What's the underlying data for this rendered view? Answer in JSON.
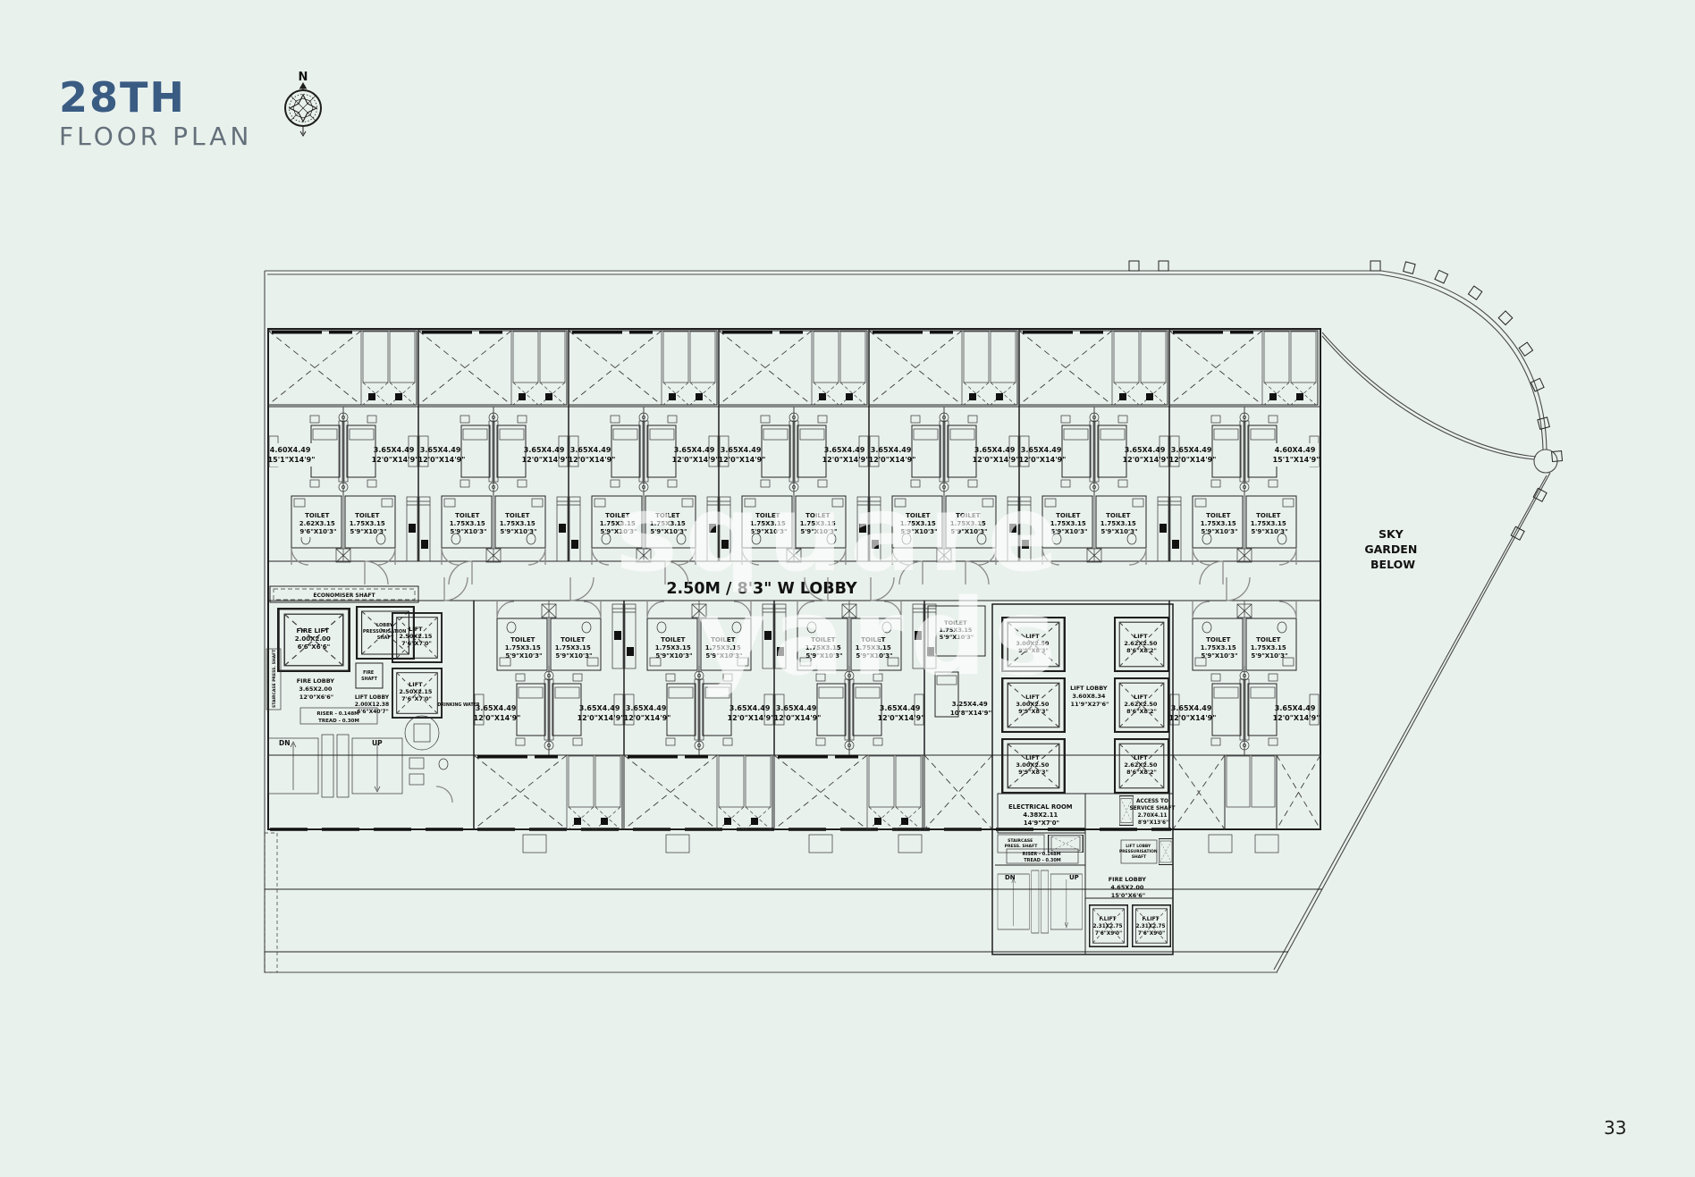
{
  "page": {
    "background": "#e9f1ed",
    "number": "33"
  },
  "header": {
    "title": "28TH",
    "subtitle": "FLOOR PLAN",
    "title_color": "#3a5c83",
    "subtitle_color": "#64707a"
  },
  "compass": {
    "north_label": "N"
  },
  "watermark": {
    "line1": "square",
    "line2": "yards"
  },
  "plan": {
    "corridor_label": "2.50M / 8'3\" W LOBBY",
    "sky_garden": {
      "line1": "SKY",
      "line2": "GARDEN",
      "line3": "BELOW"
    },
    "unit_room": {
      "dim_m": "3.65X4.49",
      "dim_ft": "12'0\"X14'9\""
    },
    "unit_room_end": {
      "dim_m": "4.60X4.49",
      "dim_ft": "15'1\"X14'9\""
    },
    "unit_room_small": {
      "dim_m": "3.25X4.49",
      "dim_ft": "10'8\"X14'9\""
    },
    "toilet": {
      "name": "TOILET",
      "dim_m": "1.75X3.15",
      "dim_ft": "5'9\"X10'3\""
    },
    "toilet_end": {
      "name": "TOILET",
      "dim_m": "2.62X3.15",
      "dim_ft": "9'6\"X10'3\""
    },
    "left_core": {
      "economiser_shaft": "ECONOMISER SHAFT",
      "fire_lift": {
        "name": "FIRE LIFT",
        "dim_m": "2.00X2.00",
        "dim_ft": "6'6\"X6'6\""
      },
      "lobby_press_shaft": {
        "l1": "LOBBY",
        "l2": "PRESSURISATION",
        "l3": "SHAFT"
      },
      "fire_shaft": {
        "l1": "FIRE",
        "l2": "SHAFT"
      },
      "fire_lobby": {
        "name": "FIRE LOBBY",
        "dim_m": "3.65X2.00",
        "dim_ft": "12'0\"X6'6\""
      },
      "stair_press_shaft": "STAIRCASE PRESS. SHAFT",
      "riser": {
        "l1": "RISER - 0.148M",
        "l2": "TREAD - 0.30M"
      },
      "dn": "DN",
      "up": "UP",
      "lift_lobby": {
        "name": "LIFT LOBBY",
        "dim_m": "2.00X12.38",
        "dim_ft": "6'6\"X40'7\""
      },
      "lift": {
        "name": "LIFT",
        "dim_m": "2.50X2.15",
        "dim_ft": "7'6\"X7'0\""
      },
      "drinking_water": "DRINKING WATER"
    },
    "right_core": {
      "lift_a": {
        "name": "LIFT",
        "dim_m": "3.00X2.50",
        "dim_ft": "9'9\"X8'3\""
      },
      "lift_b": {
        "name": "LIFT",
        "dim_m": "2.62X2.50",
        "dim_ft": "8'6\"X8'2\""
      },
      "lift_lobby": {
        "name": "LIFT LOBBY",
        "dim_m": "3.60X8.34",
        "dim_ft": "11'9\"X27'6\""
      },
      "electrical_room": {
        "name": "ELECTRICAL ROOM",
        "dim_m": "4.38X2.11",
        "dim_ft": "14'9\"X7'0\""
      },
      "stair_press_shaft": {
        "l1": "STAIRCASE",
        "l2": "PRESS. SHAFT"
      },
      "access": {
        "l1": "ACCESS TO",
        "l2": "SERVICE SHAFT",
        "dim_m": "2.70X4.11",
        "dim_ft": "8'9\"X13'6\""
      },
      "lift_lobby_press": {
        "l1": "LIFT LOBBY",
        "l2": "PRESSURISATION",
        "l3": "SHAFT"
      },
      "fire_lobby": {
        "name": "FIRE LOBBY",
        "dim_m": "4.65X2.00",
        "dim_ft": "15'0\"X6'6\""
      },
      "f_lift": {
        "name": "F.LIFT",
        "dim_m": "2.31X2.75",
        "dim_ft": "7'6\"X9'0\""
      },
      "riser": {
        "l1": "RISER - 0.148M",
        "l2": "TREAD - 0.30M"
      },
      "dn": "DN",
      "up": "UP"
    }
  }
}
